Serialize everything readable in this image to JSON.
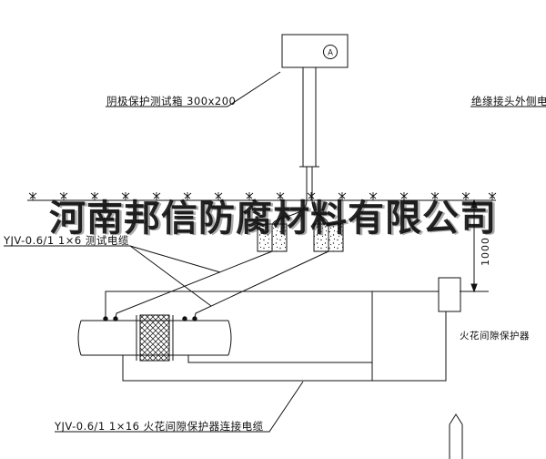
{
  "watermark": {
    "text": "河南邦信防腐材料有限公司"
  },
  "labels": {
    "test_box": "阴极保护测试箱 300x200",
    "insulated_joint_cable": "绝缘接头外侧电缆",
    "test_cable": "YJV-0.6/1 1×6  测试电缆",
    "spark_gap": "火花间隙保护器",
    "connect_cable": "YJV-0.6/1 1×16  火花间隙保护器连接电缆",
    "dimension": "1000",
    "ammeter": "A"
  },
  "colors": {
    "line": "#111111",
    "background": "#ffffff"
  }
}
